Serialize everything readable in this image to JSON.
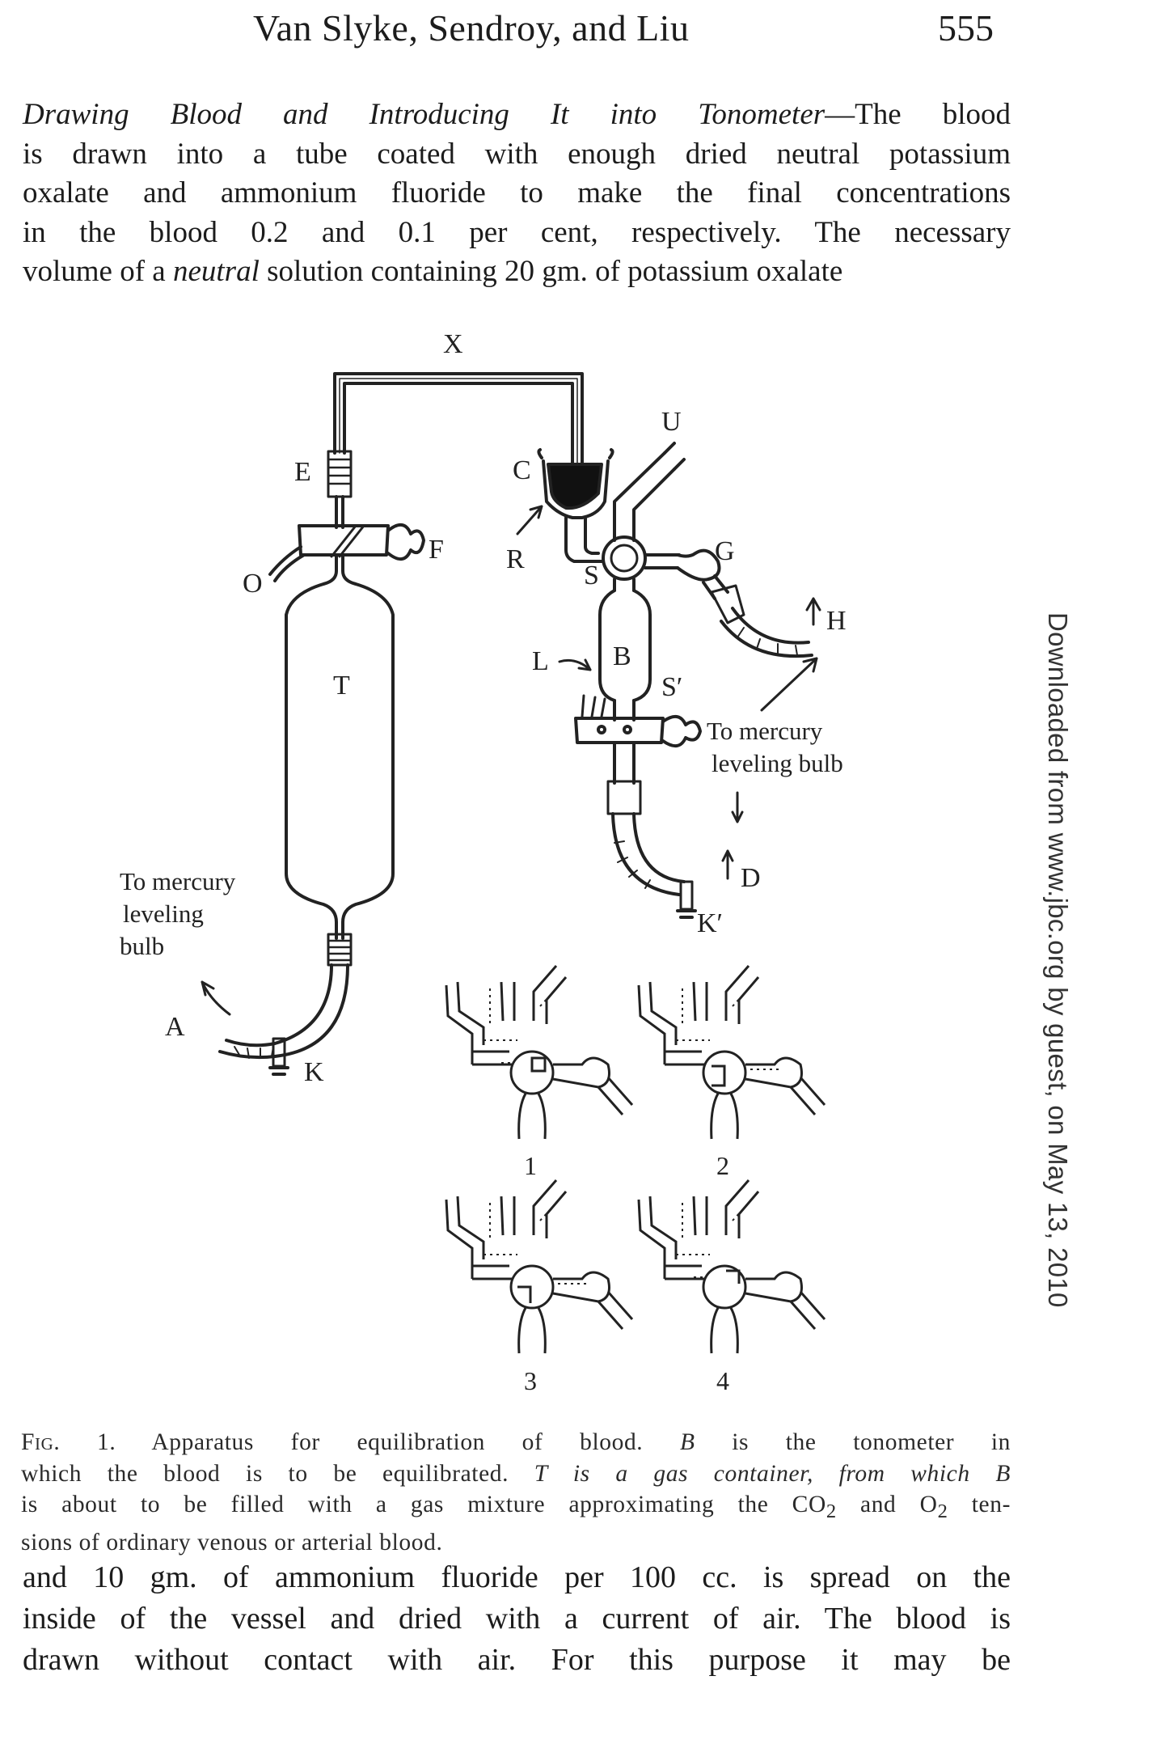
{
  "header": {
    "title": "Van Slyke, Sendroy, and Liu",
    "page_number": "555"
  },
  "paragraph1": {
    "lines": [
      {
        "italic": "Drawing Blood and Introducing It into Tonometer",
        "rest": "—The blood"
      },
      {
        "text": "is drawn into a tube coated with enough dried neutral potassium"
      },
      {
        "text": "oxalate and ammonium fluoride to make the final concentrations"
      },
      {
        "text": "in the blood 0.2 and 0.1 per cent, respectively.  The necessary"
      },
      {
        "pre": "volume of a ",
        "italic": "neutral",
        "post": " solution containing 20 gm. of potassium oxalate"
      }
    ]
  },
  "figure": {
    "labels": {
      "X": "X",
      "U": "U",
      "E": "E",
      "C": "C",
      "F": "F",
      "R": "R",
      "O": "O",
      "S": "S",
      "G": "G",
      "H": "H",
      "T": "T",
      "L": "L",
      "B": "B",
      "S_prime": "S′",
      "D": "D",
      "K_prime": "K′",
      "A": "A",
      "K": "K"
    },
    "notes": {
      "left_line1": "To mercury",
      "left_line2": "leveling",
      "left_line3": "bulb",
      "right_line1": "To mercury",
      "right_line2": "leveling bulb"
    },
    "subfigures": [
      "1",
      "2",
      "3",
      "4"
    ]
  },
  "caption": {
    "fig": "Fig. 1.",
    "line1": " Apparatus for equilibration of blood.  ",
    "b_italic": "B",
    "line1b": " is the tonometer in",
    "line2": "which the blood is to be equilibrated.  ",
    "t_italic": "T",
    "line2b": " is a gas container, from which ",
    "b2_italic": "B",
    "line3a": "is about to be filled with a gas mixture approximating the CO",
    "sub2a": "2",
    "line3b": " and O",
    "sub2b": "2",
    "line3c": " ten-",
    "line4": "sions of ordinary venous or arterial blood."
  },
  "paragraph2": {
    "lines": [
      "and 10 gm. of ammonium fluoride per 100 cc. is spread on the",
      "inside of the vessel and dried with a current of air.  The blood is",
      "drawn without contact with air.  For this purpose it may be"
    ]
  },
  "side_note": "Downloaded from www.jbc.org by guest, on May 13, 2010"
}
